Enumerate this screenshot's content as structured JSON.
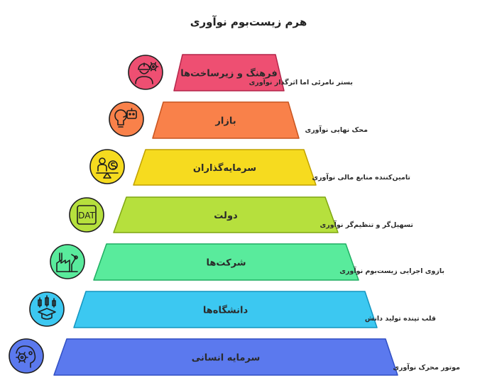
{
  "title": "هرم زیست‌بوم نوآوری",
  "tiers": [
    {
      "label": "فرهنگ و زیرساخت‌ها",
      "desc": "بستر نامرئی اما اثرگذار نوآوری",
      "color": "#ee4f72",
      "stroke": "#b4254a",
      "icon": "person-gear-icon"
    },
    {
      "label": "بازار",
      "desc": "محک نهایی نوآوری",
      "color": "#f9814a",
      "stroke": "#c8541f",
      "icon": "robot-lightbulb-icon"
    },
    {
      "label": "سرمایه‌گذاران",
      "desc": "تامین‌کننده منابع مالی نوآوری",
      "color": "#f6db1f",
      "stroke": "#bfa000",
      "icon": "investor-scale-icon"
    },
    {
      "label": "دولت",
      "desc": "تسهیل‌گر و تنظیم‌گر نوآوری",
      "color": "#b6e03d",
      "stroke": "#7fa612",
      "icon": "dat-document-icon"
    },
    {
      "label": "شرکت‌ها",
      "desc": "بازوی اجرایی زیست‌بوم نوآوری",
      "color": "#59eb9c",
      "stroke": "#1fae62",
      "icon": "factory-robot-arm-icon"
    },
    {
      "label": "دانشگاه‌ها",
      "desc": "قلب تپنده تولید دانش",
      "color": "#3cc8f1",
      "stroke": "#1395c0",
      "icon": "graduation-cap-chart-icon"
    },
    {
      "label": "سرمایه انسانی",
      "desc": "موتور محرک نوآوری",
      "color": "#5b79ee",
      "stroke": "#304fc4",
      "icon": "head-gear-icon"
    }
  ]
}
